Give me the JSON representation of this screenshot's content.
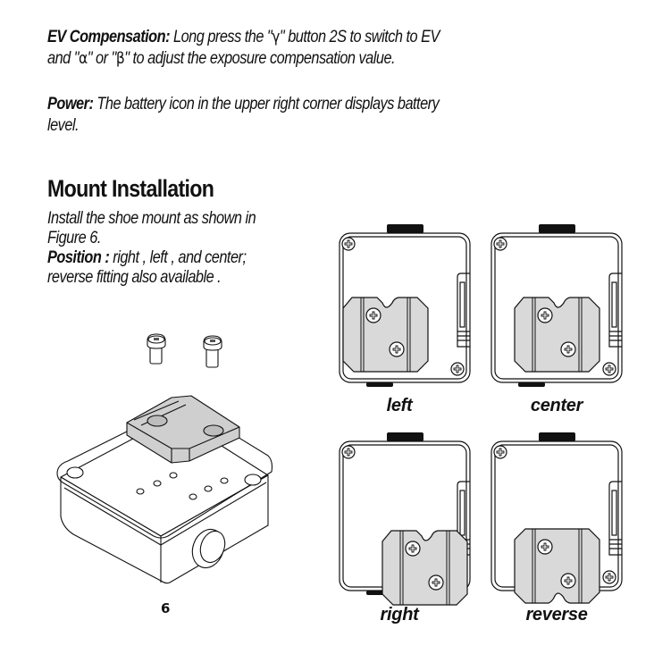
{
  "ev_compensation": {
    "label": "EV Compensation:",
    "line1_a": " Long press the \"",
    "symbol_gamma": "γ",
    "line1_b": "\"  button 2S to switch to EV",
    "line2_a": "and \"",
    "symbol_alpha": "α",
    "line2_b": "\" or \"",
    "symbol_beta": "β",
    "line2_c": "\"  to adjust the exposure compensation value."
  },
  "power": {
    "label": "Power:",
    "line1": " The battery icon in the upper right corner displays battery",
    "line2": "level."
  },
  "mount": {
    "heading": "Mount Installation",
    "line1": "Install the shoe mount as shown in",
    "line2": "Figure 6.",
    "position_label": "Position :",
    "line3": " right , left , and center;",
    "line4": "reverse fitting also available ."
  },
  "figures": [
    {
      "label": "left",
      "mount_position": "left"
    },
    {
      "label": "center",
      "mount_position": "center"
    },
    {
      "label": "right",
      "mount_position": "right"
    },
    {
      "label": "reverse",
      "mount_position": "reverse"
    }
  ],
  "figure_number": "6",
  "colors": {
    "mount_fill": "#d9d9d9",
    "outline": "#111111"
  }
}
